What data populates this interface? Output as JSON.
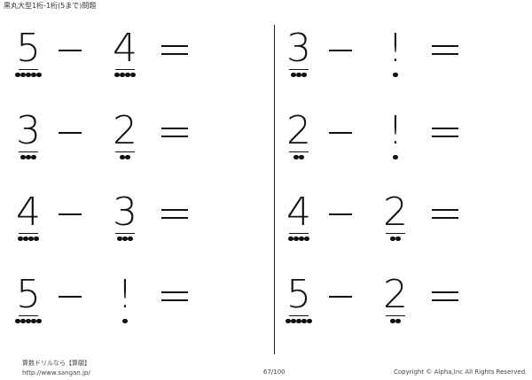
{
  "header": {
    "title": "黒丸大型1桁-1桁(5まで)問題"
  },
  "operator_symbol": "−",
  "equals_symbol": "=",
  "problems": [
    {
      "a": "5",
      "a_dots": 5,
      "b": "4",
      "b_dots": 4
    },
    {
      "a": "3",
      "a_dots": 3,
      "b": "!",
      "b_dots": 1
    },
    {
      "a": "3",
      "a_dots": 3,
      "b": "2",
      "b_dots": 2
    },
    {
      "a": "2",
      "a_dots": 2,
      "b": "!",
      "b_dots": 1
    },
    {
      "a": "4",
      "a_dots": 4,
      "b": "3",
      "b_dots": 3
    },
    {
      "a": "4",
      "a_dots": 4,
      "b": "2",
      "b_dots": 2
    },
    {
      "a": "5",
      "a_dots": 5,
      "b": "!",
      "b_dots": 1
    },
    {
      "a": "5",
      "a_dots": 5,
      "b": "2",
      "b_dots": 2
    }
  ],
  "footer": {
    "site_name": "算数ドリルなら【算願】",
    "url": "http://www.sangan.jp/",
    "page": "67/100",
    "copyright": "Copyright © Alpha,Inc All Rights Reserved."
  }
}
